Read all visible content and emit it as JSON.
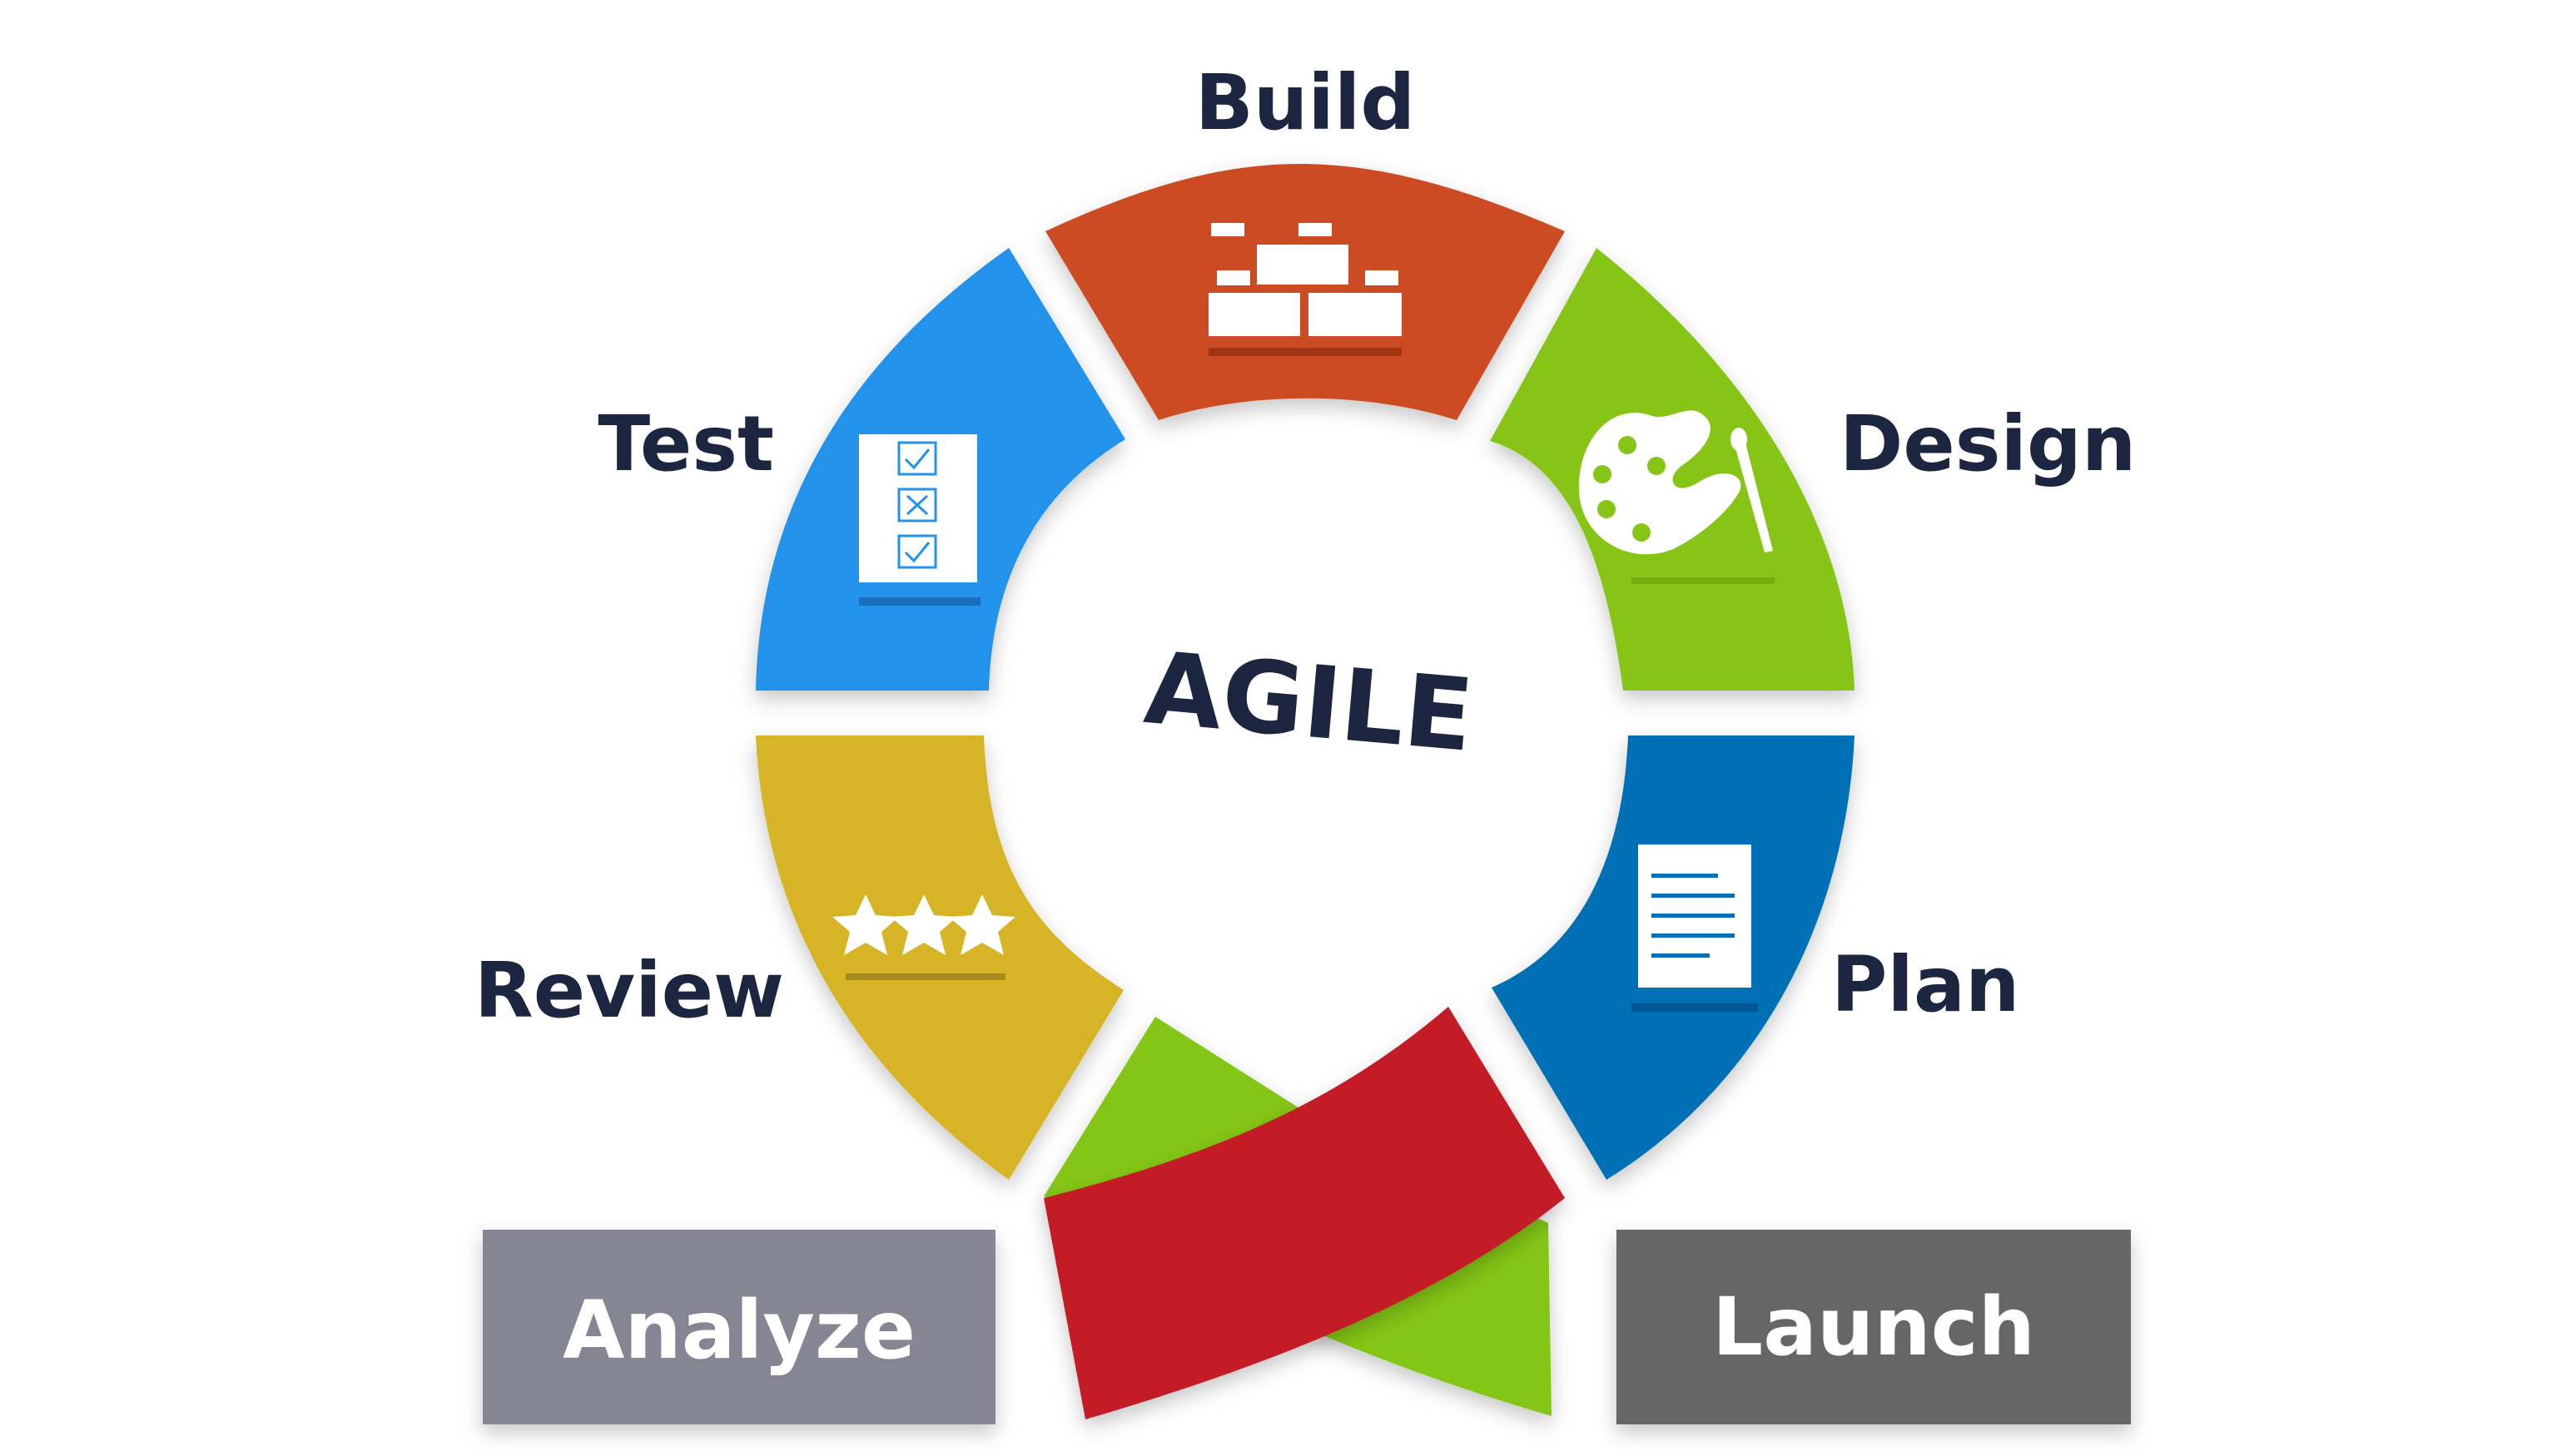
{
  "center": {
    "title": "AGILE"
  },
  "stages": [
    {
      "label": "Build",
      "color": "#cc4b22",
      "icon": "bricks-icon"
    },
    {
      "label": "Design",
      "color": "#86c516",
      "icon": "palette-icon"
    },
    {
      "label": "Plan",
      "color": "#0670b6",
      "icon": "document-icon"
    },
    {
      "label": "Review",
      "color": "#d6b427",
      "icon": "stars-icon"
    },
    {
      "label": "Test",
      "color": "#2392eb",
      "icon": "checklist-icon"
    }
  ],
  "ribbon": {
    "front_color": "#c31f25",
    "back_color": "#84c614"
  },
  "boxes": [
    {
      "label": "Analyze",
      "color": "#868593"
    },
    {
      "label": "Launch",
      "color": "#666666"
    }
  ]
}
